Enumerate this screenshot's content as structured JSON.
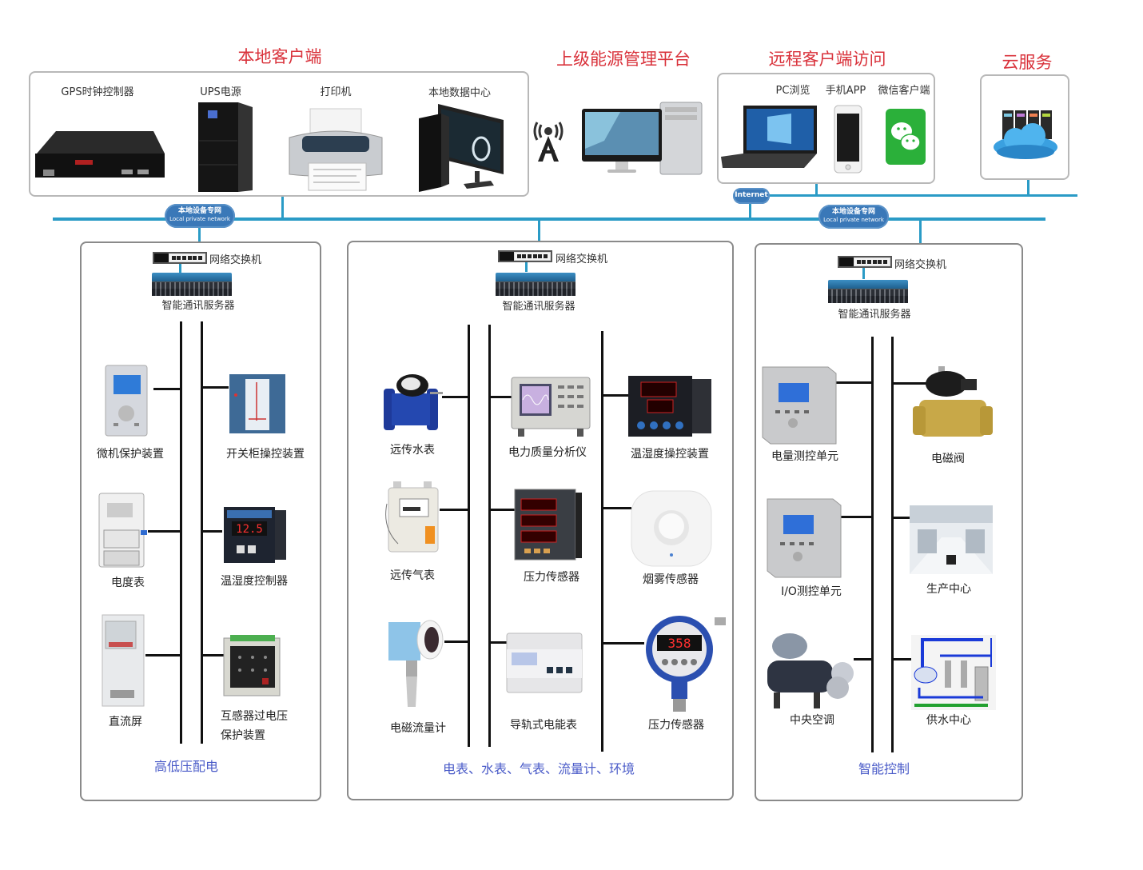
{
  "top_sections": {
    "local_client": {
      "title": "本地客户端",
      "devices": [
        {
          "label": "GPS时钟控制器",
          "icon": "gps-clock-controller-icon"
        },
        {
          "label": "UPS电源",
          "icon": "ups-power-icon"
        },
        {
          "label": "打印机",
          "icon": "printer-icon"
        },
        {
          "label": "本地数据中心",
          "icon": "desktop-computer-icon"
        }
      ]
    },
    "energy_platform": {
      "title": "上级能源管理平台",
      "icons": [
        "signal-tower-icon",
        "workstation-icon"
      ]
    },
    "remote_access": {
      "title": "远程客户端访问",
      "devices": [
        {
          "label": "PC浏览",
          "icon": "laptop-icon"
        },
        {
          "label": "手机APP",
          "icon": "smartphone-icon"
        },
        {
          "label": "微信客户端",
          "icon": "wechat-icon"
        }
      ]
    },
    "cloud_service": {
      "title": "云服务",
      "icon": "cloud-server-icon"
    }
  },
  "network": {
    "local_private_cn": "本地设备专网",
    "local_private_en": "Local private network",
    "internet": "Internet",
    "line_color": "#2a9bc6"
  },
  "panels": [
    {
      "switch_label": "网络交换机",
      "server_label": "智能通讯服务器",
      "caption": "高低压配电",
      "items": [
        {
          "label": "微机保护装置",
          "icon": "microcomputer-protection-icon"
        },
        {
          "label": "开关柜操控装置",
          "icon": "switchgear-controller-icon"
        },
        {
          "label": "电度表",
          "icon": "watt-hour-meter-icon"
        },
        {
          "label": "温湿度控制器",
          "icon": "temp-humidity-controller-icon",
          "display": "12.5"
        },
        {
          "label": "直流屏",
          "icon": "dc-panel-icon"
        },
        {
          "label": "互感器过电压",
          "label2": "保护装置",
          "icon": "transformer-overvoltage-icon"
        }
      ]
    },
    {
      "switch_label": "网络交换机",
      "server_label": "智能通讯服务器",
      "caption": "电表、水表、气表、流量计、环境",
      "items": [
        {
          "label": "远传水表",
          "icon": "water-meter-icon"
        },
        {
          "label": "电力质量分析仪",
          "icon": "power-quality-analyzer-icon"
        },
        {
          "label": "温湿度操控装置",
          "icon": "temp-humidity-control-device-icon"
        },
        {
          "label": "远传气表",
          "icon": "gas-meter-icon"
        },
        {
          "label": "压力传感器",
          "icon": "panel-meter-icon"
        },
        {
          "label": "烟雾传感器",
          "icon": "smoke-sensor-icon"
        },
        {
          "label": "电磁流量计",
          "icon": "flow-meter-icon"
        },
        {
          "label": "导轨式电能表",
          "icon": "din-rail-meter-icon"
        },
        {
          "label": "压力传感器",
          "icon": "pressure-gauge-icon",
          "display": "358"
        }
      ]
    },
    {
      "switch_label": "网络交换机",
      "server_label": "智能通讯服务器",
      "caption": "智能控制",
      "items": [
        {
          "label": "电量测控单元",
          "icon": "power-measure-unit-icon"
        },
        {
          "label": "电磁阀",
          "icon": "solenoid-valve-icon"
        },
        {
          "label": "I/O测控单元",
          "icon": "io-control-unit-icon"
        },
        {
          "label": "生产中心",
          "icon": "production-center-icon"
        },
        {
          "label": "中央空调",
          "icon": "central-ac-icon"
        },
        {
          "label": "供水中心",
          "icon": "water-supply-center-icon"
        }
      ]
    }
  ],
  "colors": {
    "title_red": "#d9323b",
    "caption_blue": "#4a5bc8",
    "network_blue": "#2a9bc6"
  }
}
